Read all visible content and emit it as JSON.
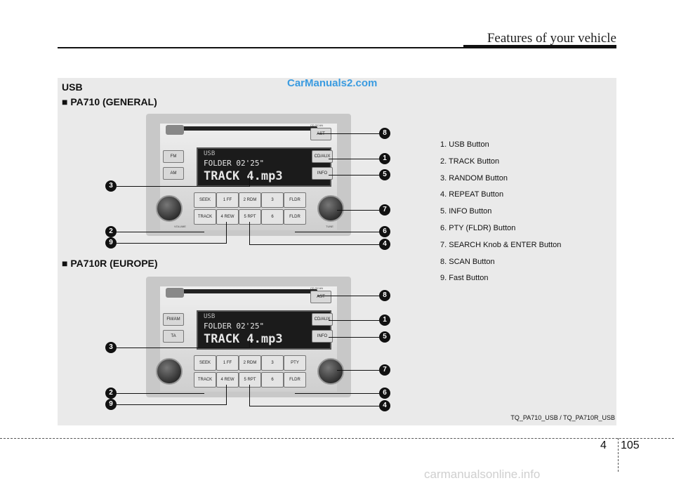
{
  "header": {
    "title": "Features of your vehicle"
  },
  "watermark_top": "CarManuals2.com",
  "section": "USB",
  "sub_general": "■ PA710 (GENERAL)",
  "sub_europe": "■ PA710R (EUROPE)",
  "radio_general": {
    "lcd_mode": "USB",
    "lcd_line1": "FOLDER  02'25\"",
    "lcd_line2": "TRACK 4.mp3",
    "left_buttons": [
      "FM",
      "AM"
    ],
    "right_buttons": [
      "AST",
      "CD/AUX",
      "INFO"
    ],
    "top_label": "CD SCAN",
    "knob_labels": [
      "VOLUME",
      "TUNE"
    ],
    "preset_row1": [
      "SEEK",
      "1  FF",
      "2  RDM",
      "3",
      "FLDR"
    ],
    "preset_row2": [
      "TRACK",
      "4  REW",
      "5  RPT",
      "6",
      "FLDR"
    ]
  },
  "radio_europe": {
    "lcd_mode": "USB",
    "lcd_line1": "FOLDER  02'25\"",
    "lcd_line2": "TRACK 4.mp3",
    "left_buttons": [
      "FM/AM",
      "TA"
    ],
    "right_buttons": [
      "AST",
      "CD/AUX",
      "INFO"
    ],
    "top_label": "CD SCAN",
    "preset_row1": [
      "SEEK",
      "1  FF",
      "2  RDM",
      "3",
      "PTY"
    ],
    "preset_row2": [
      "TRACK",
      "4  REW",
      "5  RPT",
      "6",
      "FLDR"
    ]
  },
  "legend": [
    "1. USB Button",
    "2. TRACK Button",
    "3. RANDOM Button",
    "4. REPEAT Button",
    "5. INFO Button",
    "6. PTY (FLDR) Button",
    "7. SEARCH Knob & ENTER Button",
    "8. SCAN Button",
    "9. Fast Button"
  ],
  "callouts": [
    "1",
    "2",
    "3",
    "4",
    "5",
    "6",
    "7",
    "8",
    "9"
  ],
  "caption": "TQ_PA710_USB / TQ_PA710R_USB",
  "footer": {
    "chapter": "4",
    "page": "105"
  },
  "watermark_bottom": "carmanualsonline.info"
}
